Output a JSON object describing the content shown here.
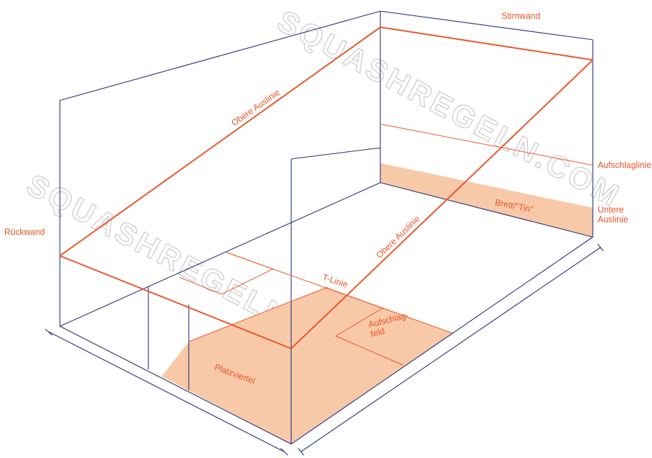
{
  "labels": {
    "front_wall": "Stirnwand",
    "back_wall": "Rückwand",
    "out_line_side": "Obere Auslinie",
    "out_line_side2": "Obere Auslinie",
    "service_line": "Aufschlaglinie",
    "tin": "Brett/\"Tin\"",
    "lower_out_line": "Untere\nAuslinie",
    "short_line": "T-Linie",
    "service_box": "Aufschlag-\nfeld",
    "quarter_court": "Platzviertel"
  },
  "watermark": "SQUASHREGELN.COM",
  "colors": {
    "frame": "#1f2f7a",
    "line": "#e8562a",
    "fill": "#f8c9a8",
    "text": "#e8562a"
  }
}
